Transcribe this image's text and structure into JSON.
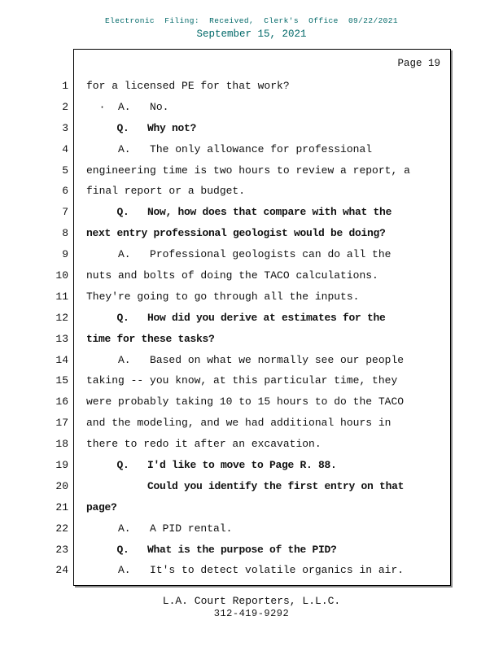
{
  "colors": {
    "header_text": "#006868",
    "body_text": "#111111",
    "border": "#000000",
    "shadow": "#8a8a8a"
  },
  "header": {
    "filing_line": "Electronic  Filing:  Received,  Clerk's  Office  09/22/2021",
    "date_line": "September 15, 2021"
  },
  "page": {
    "page_label": "Page 19",
    "lines": [
      {
        "num": "1",
        "bold": false,
        "text": "for a licensed PE for that work?"
      },
      {
        "num": "2",
        "bold": false,
        "text": "  ·  A.   No."
      },
      {
        "num": "3",
        "bold": true,
        "text": "     Q.   Why not?"
      },
      {
        "num": "4",
        "bold": false,
        "text": "     A.   The only allowance for professional"
      },
      {
        "num": "5",
        "bold": false,
        "text": "engineering time is two hours to review a report, a"
      },
      {
        "num": "6",
        "bold": false,
        "text": "final report or a budget."
      },
      {
        "num": "7",
        "bold": true,
        "text": "     Q.   Now, how does that compare with what the"
      },
      {
        "num": "8",
        "bold": true,
        "text": "next entry professional geologist would be doing?"
      },
      {
        "num": "9",
        "bold": false,
        "text": "     A.   Professional geologists can do all the"
      },
      {
        "num": "10",
        "bold": false,
        "text": "nuts and bolts of doing the TACO calculations."
      },
      {
        "num": "11",
        "bold": false,
        "text": "They're going to go through all the inputs."
      },
      {
        "num": "12",
        "bold": true,
        "text": "     Q.   How did you derive at estimates for the"
      },
      {
        "num": "13",
        "bold": true,
        "text": "time for these tasks?"
      },
      {
        "num": "14",
        "bold": false,
        "text": "     A.   Based on what we normally see our people"
      },
      {
        "num": "15",
        "bold": false,
        "text": "taking -- you know, at this particular time, they"
      },
      {
        "num": "16",
        "bold": false,
        "text": "were probably taking 10 to 15 hours to do the TACO"
      },
      {
        "num": "17",
        "bold": false,
        "text": "and the modeling, and we had additional hours in"
      },
      {
        "num": "18",
        "bold": false,
        "text": "there to redo it after an excavation."
      },
      {
        "num": "19",
        "bold": true,
        "text": "     Q.   I'd like to move to Page R. 88."
      },
      {
        "num": "20",
        "bold": true,
        "text": "          Could you identify the first entry on that"
      },
      {
        "num": "21",
        "bold": true,
        "text": "page?"
      },
      {
        "num": "22",
        "bold": false,
        "text": "     A.   A PID rental."
      },
      {
        "num": "23",
        "bold": true,
        "text": "     Q.   What is the purpose of the PID?"
      },
      {
        "num": "24",
        "bold": false,
        "text": "     A.   It's to detect volatile organics in air."
      }
    ]
  },
  "footer": {
    "company": "L.A. Court Reporters, L.L.C.",
    "phone": "312-419-9292"
  }
}
